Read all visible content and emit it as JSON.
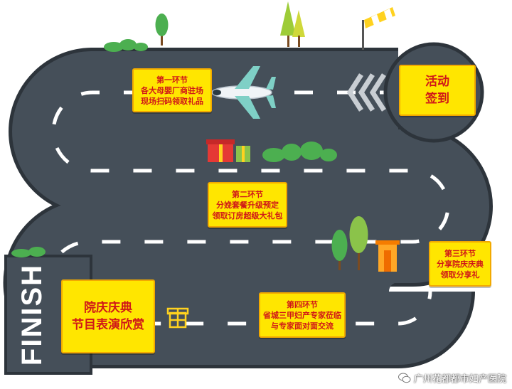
{
  "finish_label": "FINISH",
  "boxes": {
    "checkin": {
      "lines": [
        "活动",
        "签到"
      ]
    },
    "stage1": {
      "lines": [
        "第一环节",
        "各大母婴厂商驻场",
        "现场扫码领取礼品"
      ]
    },
    "stage2": {
      "lines": [
        "第二环节",
        "分娩套餐升级预定",
        "领取订房超级大礼包"
      ]
    },
    "stage3": {
      "lines": [
        "第三环节",
        "分享院庆庆典",
        "领取分享礼"
      ]
    },
    "stage4": {
      "lines": [
        "第四环节",
        "省城三甲妇产专家莅临",
        "与专家面对面交流"
      ]
    },
    "show": {
      "lines": [
        "院庆庆典",
        "节目表演欣赏"
      ]
    }
  },
  "watermark": {
    "text": "广州花都都市妇产医院",
    "icon": "wechat-icon"
  },
  "colors": {
    "road": "#454f59",
    "road_edge": "#2d343b",
    "lane": "#ffffff",
    "box": "#ffe600",
    "box_text": "#d01818",
    "grass": "#4caf50"
  }
}
